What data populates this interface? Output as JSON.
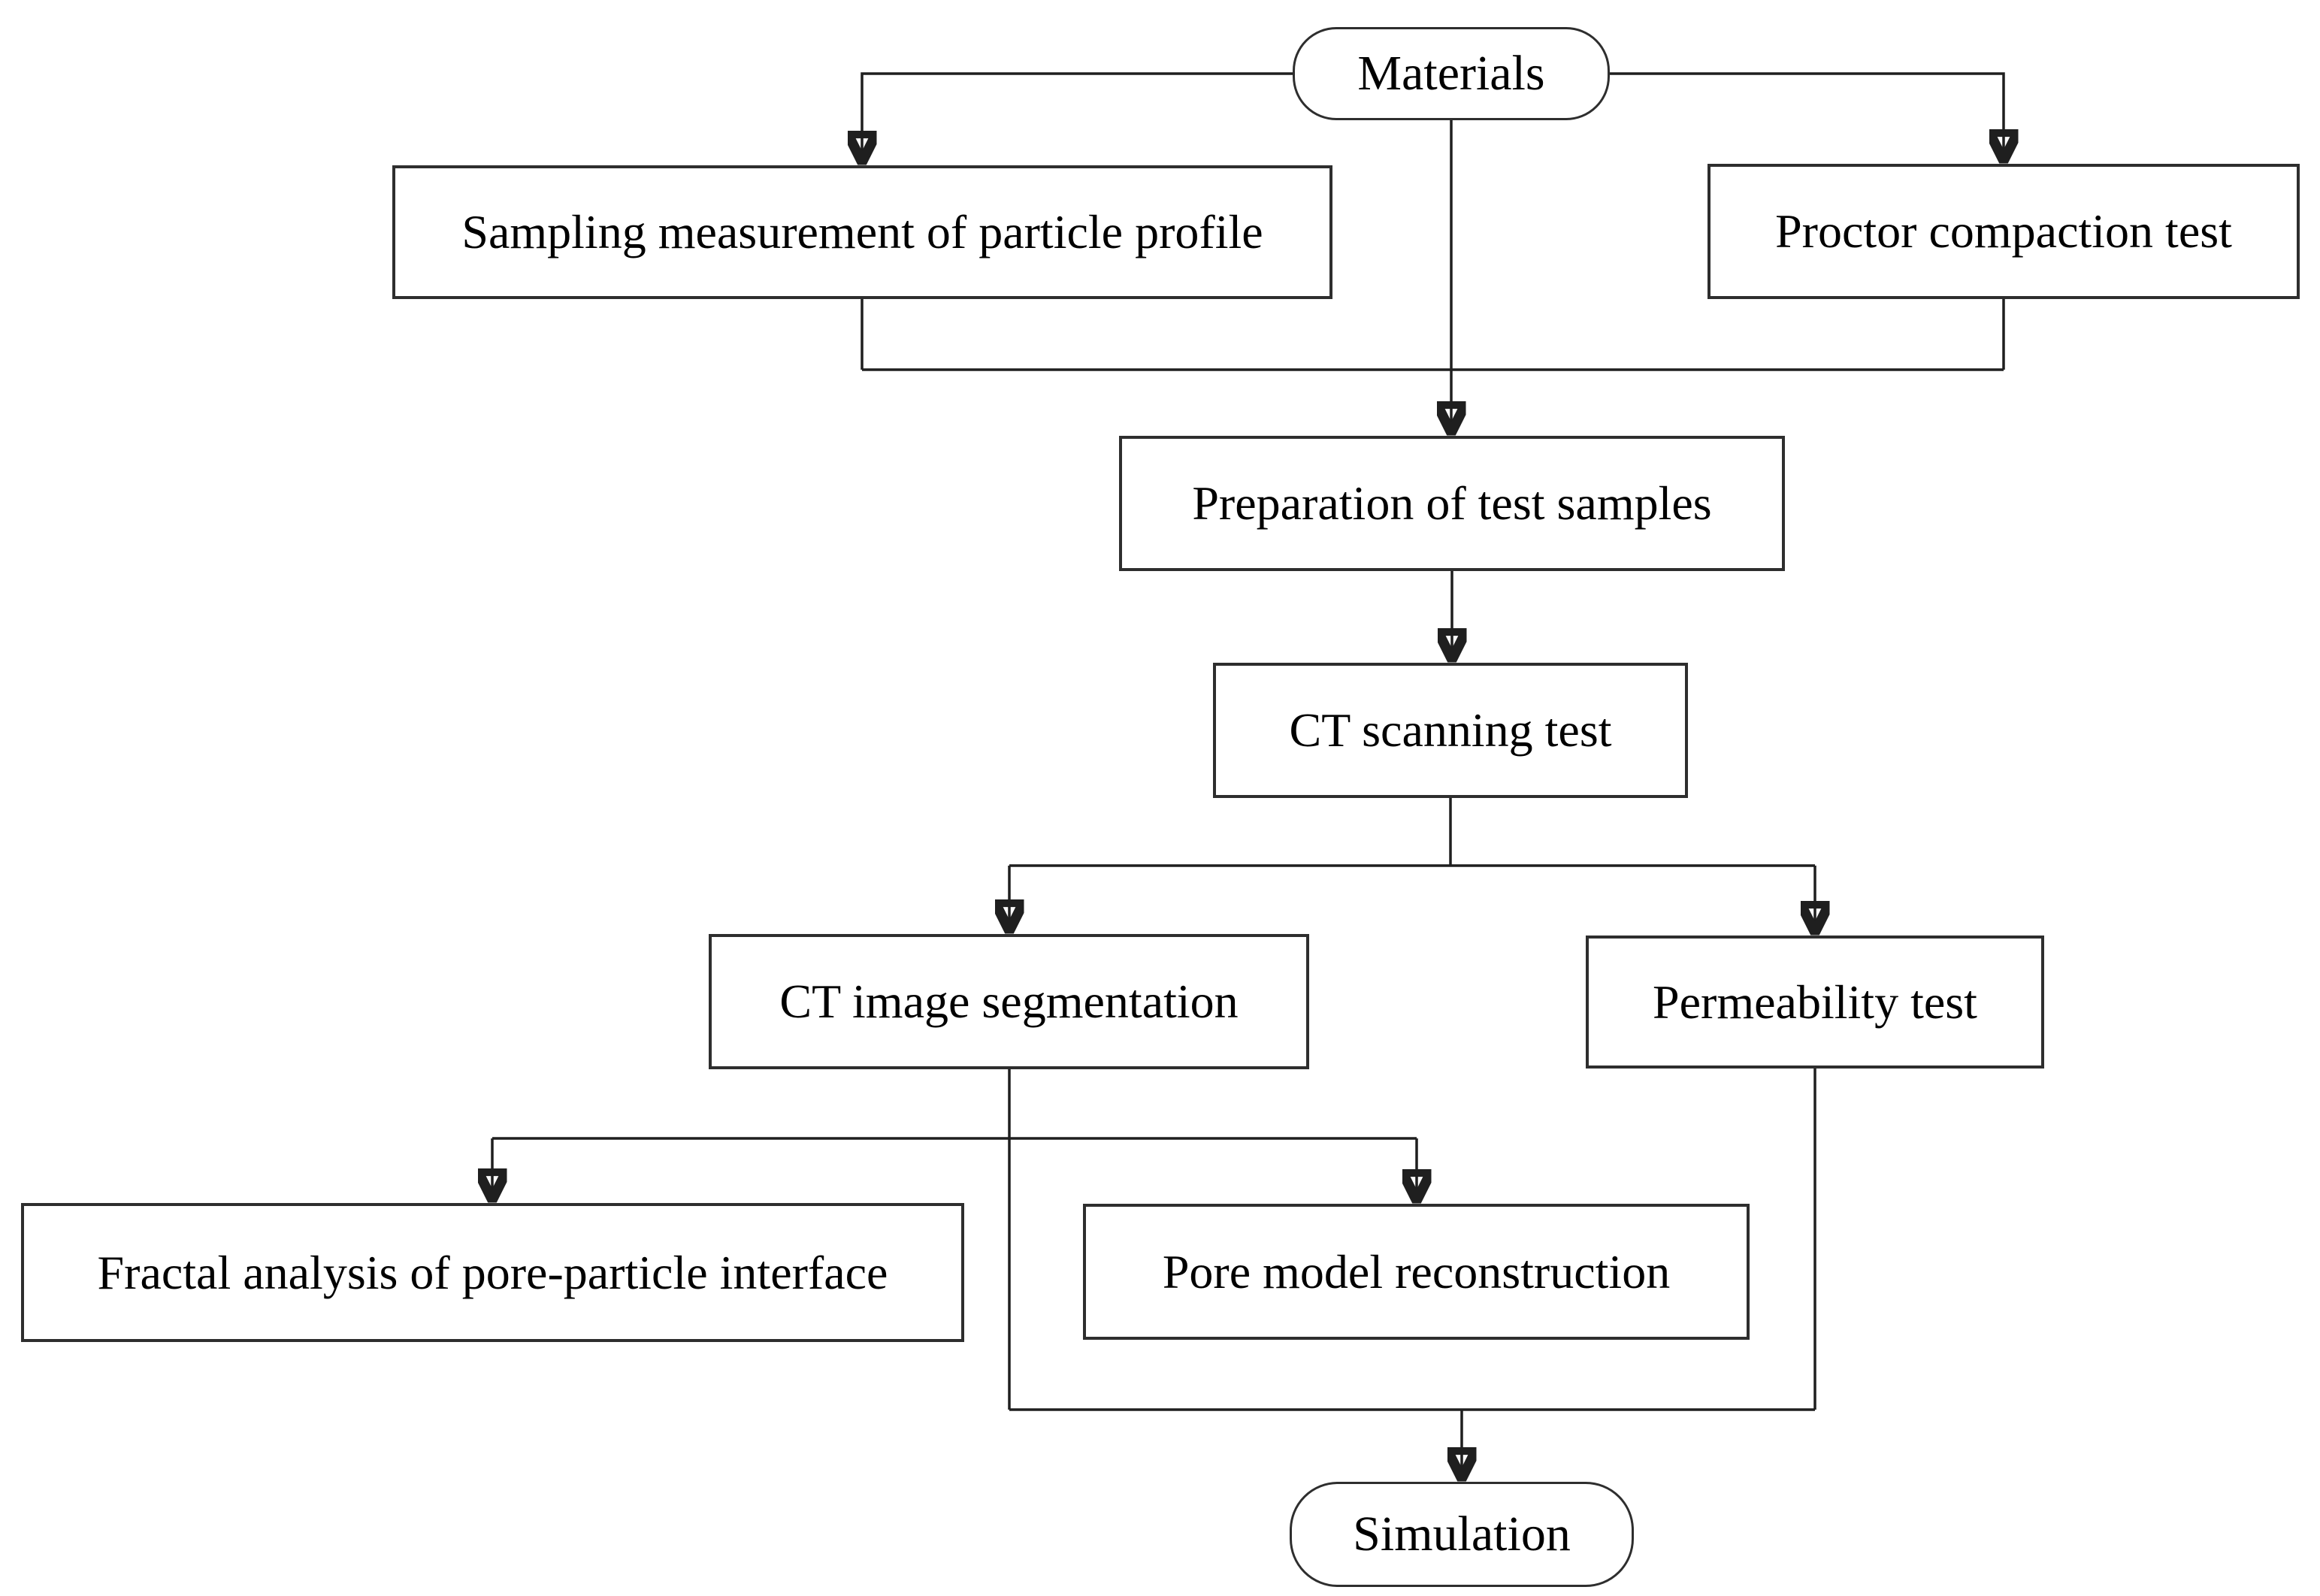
{
  "diagram": {
    "type": "flowchart",
    "colors": {
      "background": "#ffffff",
      "line": "#1f1f1f",
      "box_border": "#2e2e2e",
      "box_fill": "#ffffff",
      "text": "#000000"
    },
    "nodes": {
      "materials": {
        "label": "Materials",
        "shape": "stadium"
      },
      "sampling": {
        "label": "Sampling measurement of particle profile",
        "shape": "rect"
      },
      "proctor": {
        "label": "Proctor compaction test",
        "shape": "rect"
      },
      "preparation": {
        "label": "Preparation of test samples",
        "shape": "rect"
      },
      "ct_scanning": {
        "label": "CT scanning test",
        "shape": "rect"
      },
      "ct_segmentation": {
        "label": "CT image segmentation",
        "shape": "rect"
      },
      "permeability": {
        "label": "Permeability test",
        "shape": "rect"
      },
      "fractal": {
        "label": "Fractal analysis of pore-particle interface",
        "shape": "rect"
      },
      "pore_model": {
        "label": "Pore model reconstruction",
        "shape": "rect"
      },
      "simulation": {
        "label": "Simulation",
        "shape": "stadium"
      }
    },
    "edges": [
      {
        "from": "materials",
        "to": "sampling"
      },
      {
        "from": "materials",
        "to": "proctor"
      },
      {
        "from": "materials",
        "to": "preparation"
      },
      {
        "from": "sampling",
        "to": "preparation"
      },
      {
        "from": "proctor",
        "to": "preparation"
      },
      {
        "from": "preparation",
        "to": "ct_scanning"
      },
      {
        "from": "ct_scanning",
        "to": "ct_segmentation"
      },
      {
        "from": "ct_scanning",
        "to": "permeability"
      },
      {
        "from": "ct_segmentation",
        "to": "fractal"
      },
      {
        "from": "ct_segmentation",
        "to": "pore_model"
      },
      {
        "from": "ct_segmentation",
        "to": "simulation"
      },
      {
        "from": "permeability",
        "to": "simulation"
      }
    ]
  }
}
